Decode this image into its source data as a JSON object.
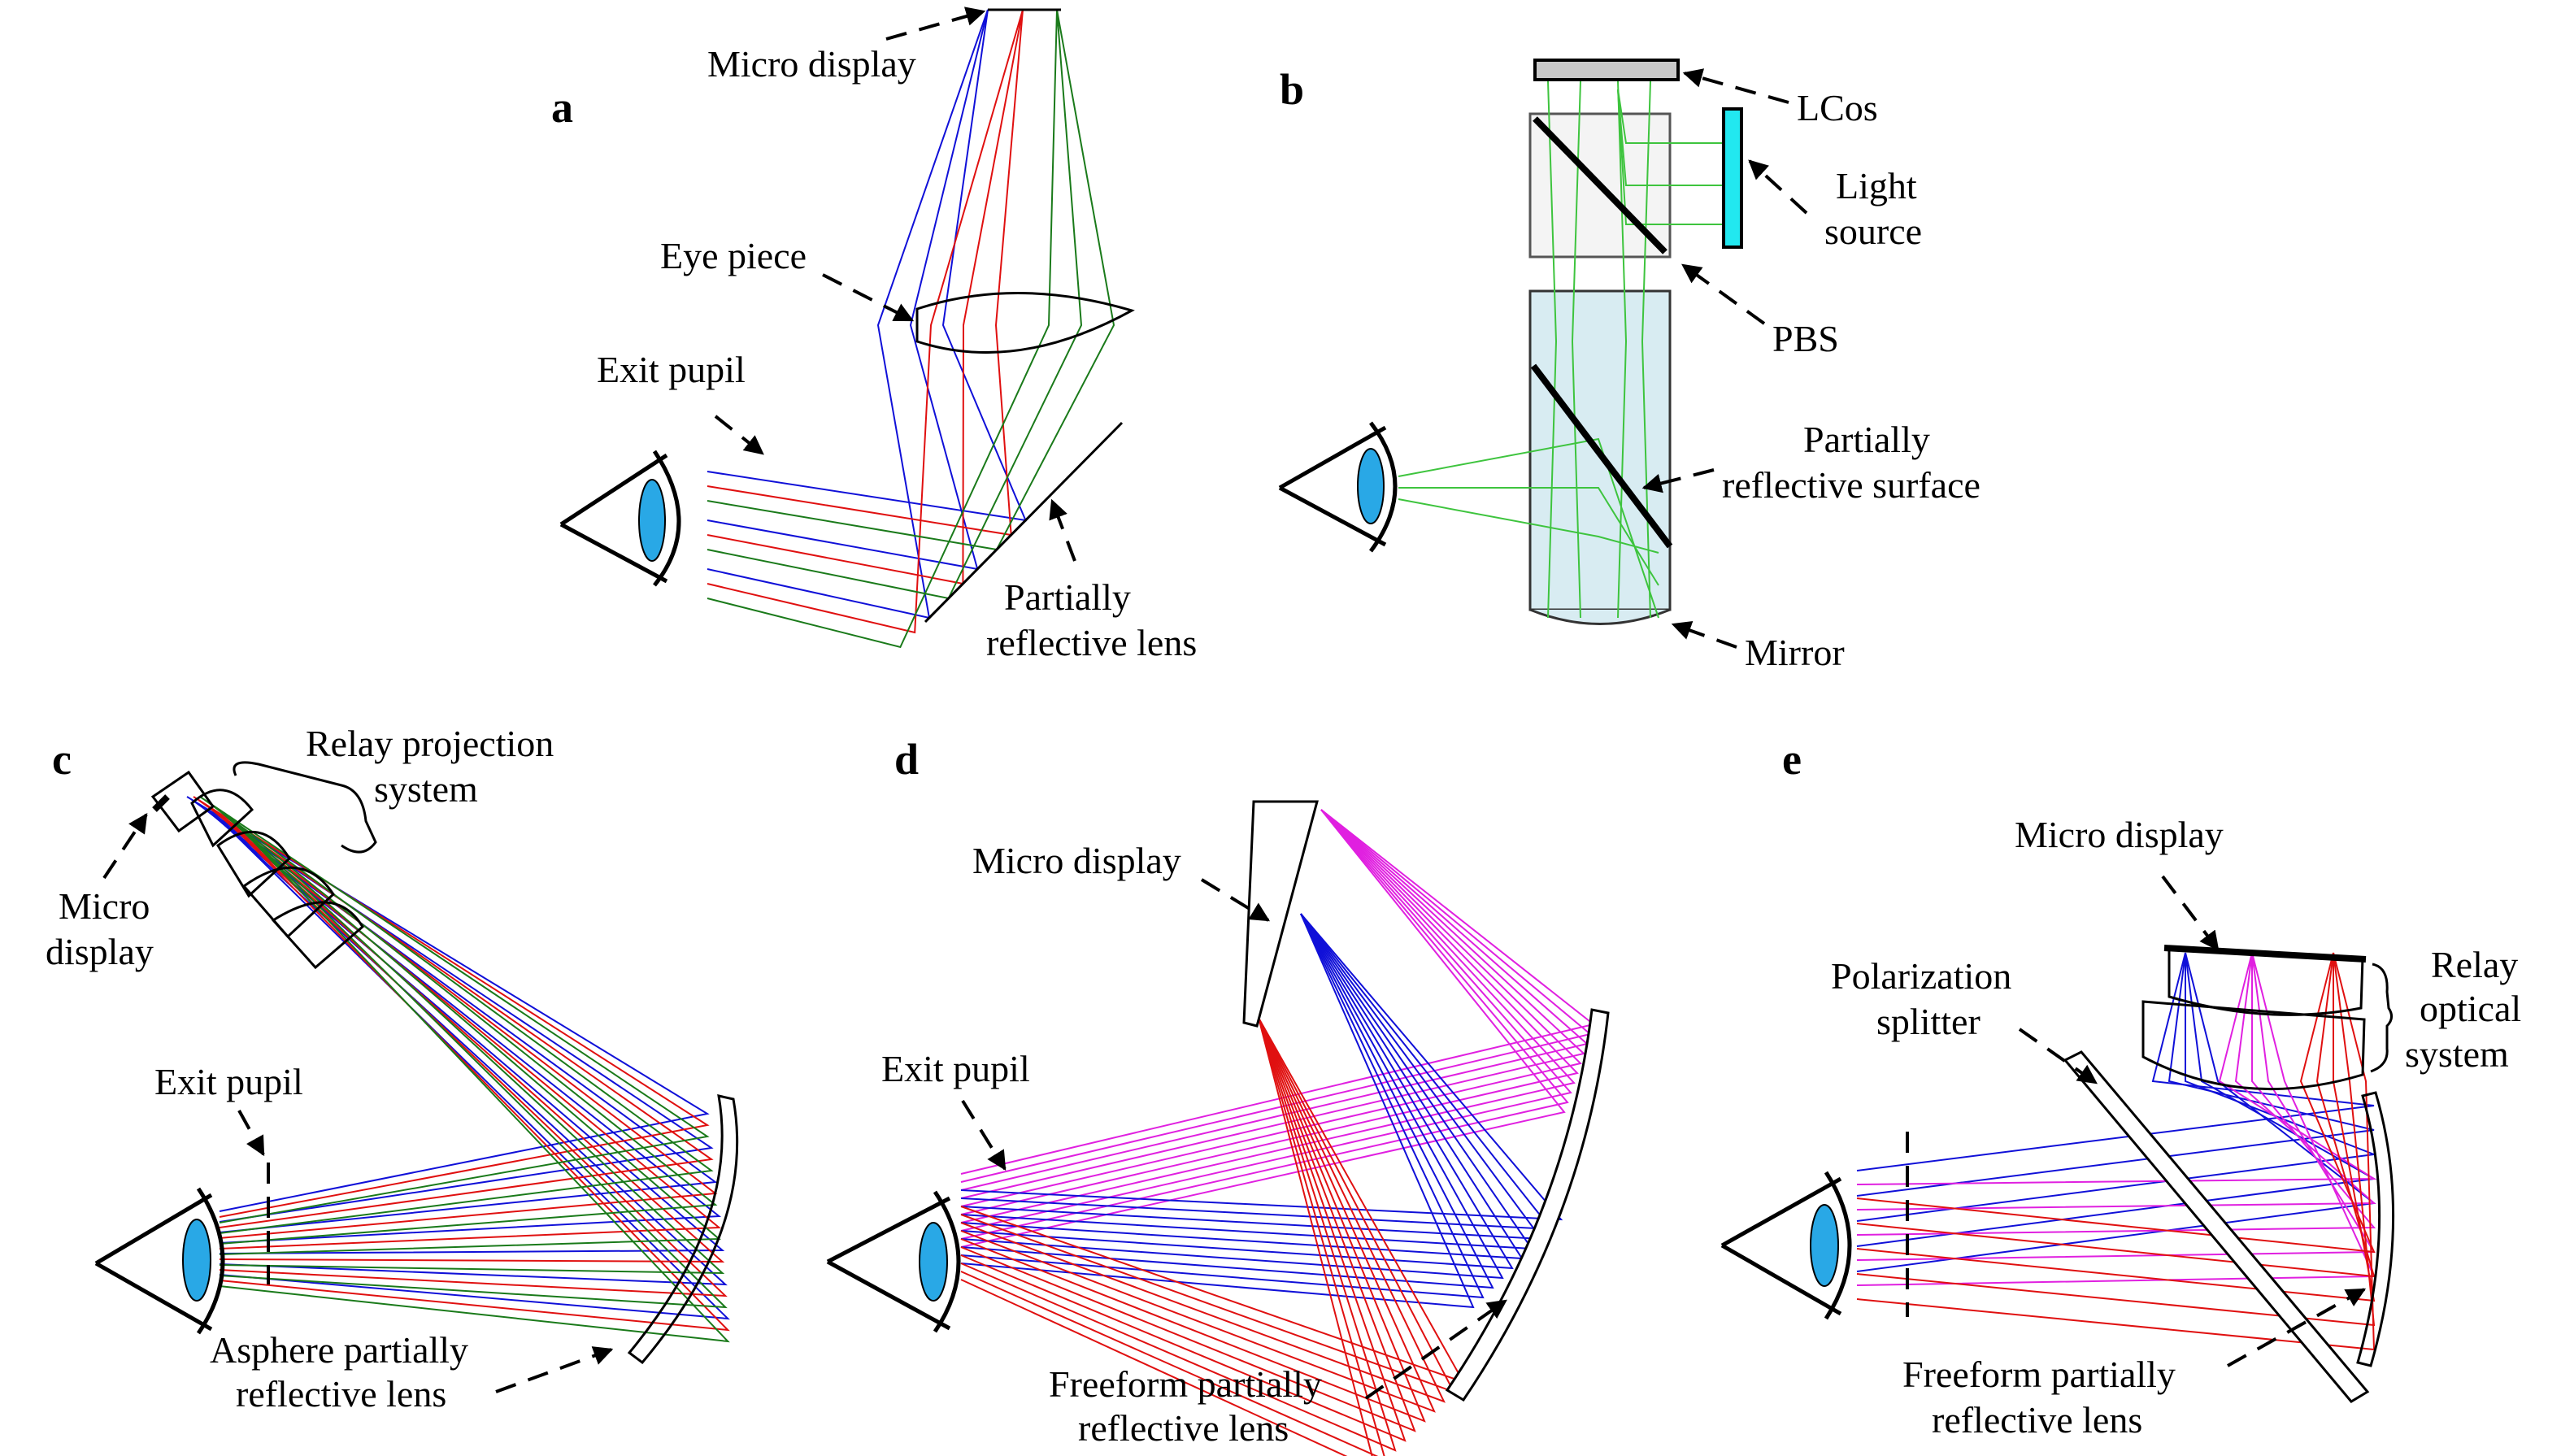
{
  "colors": {
    "blue": "#1010d8",
    "red": "#e01010",
    "green": "#1a7a1a",
    "bright_green": "#3ec43e",
    "magenta": "#e020e0",
    "cyan": "#22e8f0",
    "light_blue_fill": "#d8ecf2",
    "gray_fill": "#c8c8c8",
    "eye_iris": "#29a8e6"
  },
  "panels": {
    "a": {
      "letter": "a",
      "micro_display": "Micro display",
      "eye_piece": "Eye piece",
      "exit_pupil": "Exit pupil",
      "partially_1": "Partially",
      "partially_2": "reflective lens"
    },
    "b": {
      "letter": "b",
      "lcos": "LCos",
      "light_1": "Light",
      "light_2": "source",
      "pbs": "PBS",
      "prs_1": "Partially",
      "prs_2": "reflective surface",
      "mirror": "Mirror"
    },
    "c": {
      "letter": "c",
      "relay_1": "Relay projection",
      "relay_2": "system",
      "micro_1": "Micro",
      "micro_2": "display",
      "exit_pupil": "Exit pupil",
      "asphere_1": "Asphere partially",
      "asphere_2": "reflective lens"
    },
    "d": {
      "letter": "d",
      "micro_display": "Micro display",
      "exit_pupil": "Exit pupil",
      "freeform_1": "Freeform partially",
      "freeform_2": "reflective lens"
    },
    "e": {
      "letter": "e",
      "micro_display": "Micro display",
      "relay_1": "Relay",
      "relay_2": "optical",
      "relay_3": "system",
      "pol_1": "Polarization",
      "pol_2": "splitter",
      "freeform_1": "Freeform partially",
      "freeform_2": "reflective lens"
    }
  }
}
